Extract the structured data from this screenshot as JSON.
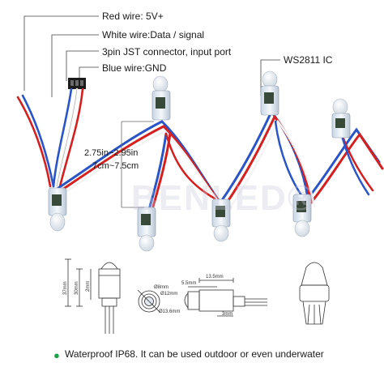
{
  "callouts": {
    "red_wire": "Red wire: 5V+",
    "white_wire": "White wire:Data / signal",
    "connector": "3pin JST connector, input port",
    "blue_wire": "Blue wire:GND",
    "ic": "WS2811 IC"
  },
  "spacing": {
    "inches": "2.75in~2.95in",
    "cm": "7cm~7.5cm"
  },
  "watermark": "BENLED®",
  "dims": {
    "height_total": "37mm",
    "height_body": "30mm",
    "width_small": "2mm",
    "d8": "Ø8mm",
    "d12": "Ø12mm",
    "d136": "Ø13.6mm",
    "len55": "5.5mm",
    "len135": "13.5mm",
    "len3": "3mm"
  },
  "footer": {
    "bullet": "●",
    "text": "Waterproof IP68.  It can be used outdoor or even underwater"
  },
  "colors": {
    "red_wire": "#d62020",
    "blue_wire": "#2a55c8",
    "white_wire": "#f4f4f4",
    "led_body": "#dfe7f0",
    "bullet": "#1aa14a"
  }
}
